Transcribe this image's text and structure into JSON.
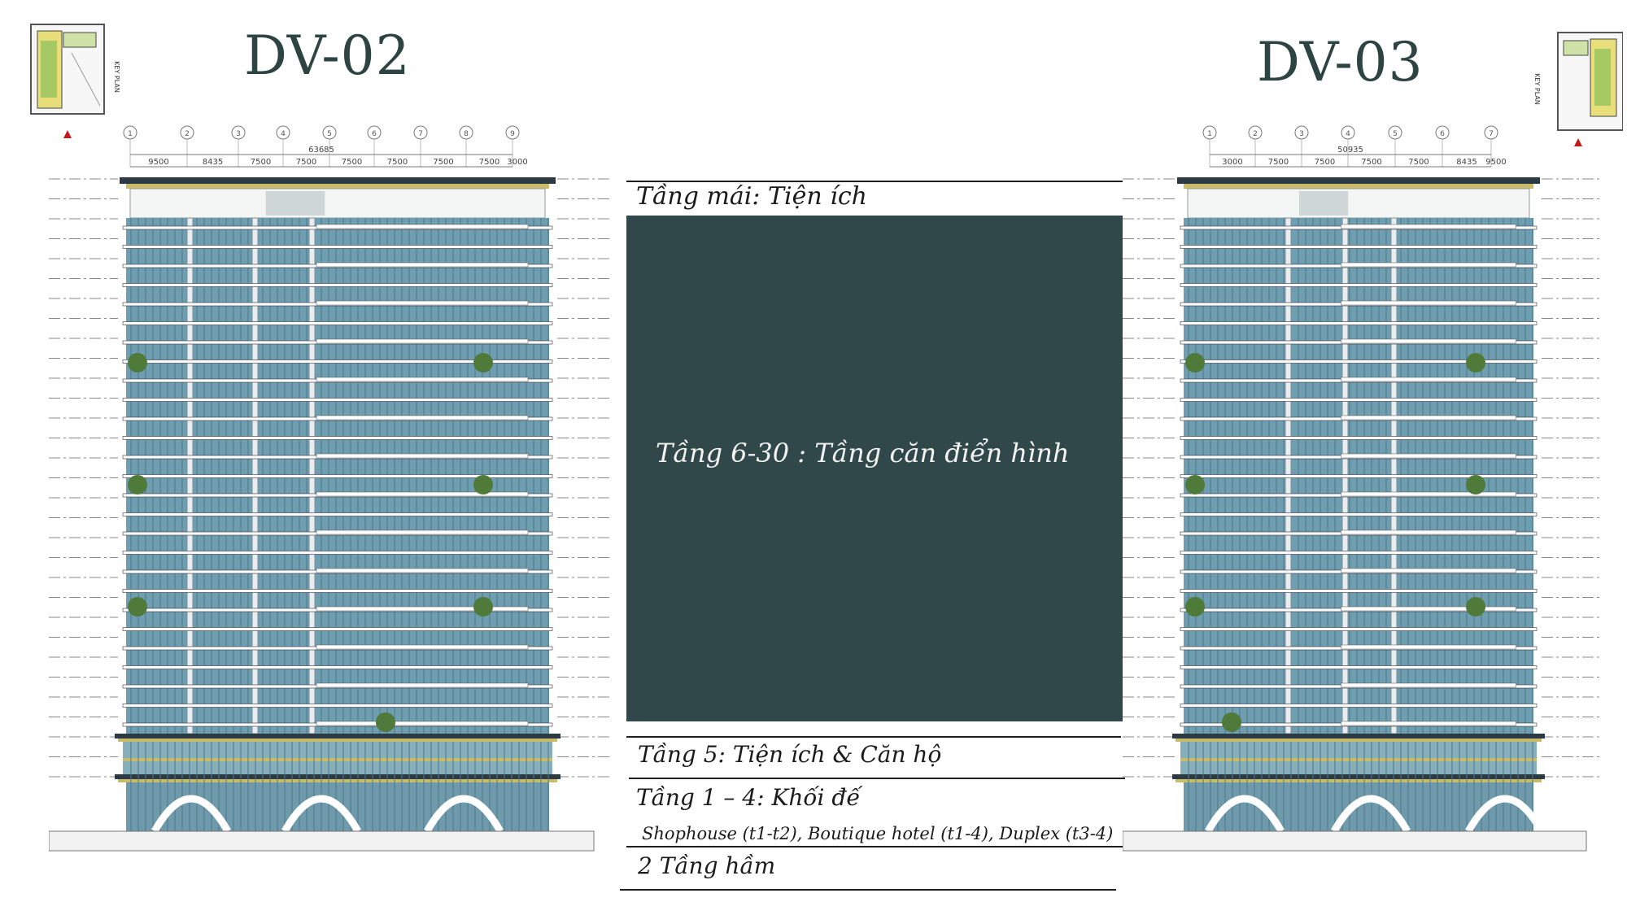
{
  "left_building": {
    "title": "DV-02",
    "key_plan_label": "KEY PLAN",
    "grid_numbers": [
      "1",
      "2",
      "3",
      "4",
      "5",
      "6",
      "7",
      "8",
      "9"
    ],
    "total_dimension": "63685",
    "dimensions": [
      "9500",
      "8435",
      "7500",
      "7500",
      "7500",
      "7500",
      "7500",
      "7500",
      "3000"
    ]
  },
  "right_building": {
    "title": "DV-03",
    "key_plan_label": "KEY PLAN",
    "grid_numbers": [
      "1",
      "2",
      "3",
      "4",
      "5",
      "6",
      "7"
    ],
    "total_dimension": "50935",
    "dimensions": [
      "3000",
      "7500",
      "7500",
      "7500",
      "7500",
      "8435",
      "9500"
    ]
  },
  "legend": {
    "roof": "Tầng mái: Tiện ích",
    "typical": "Tầng 6-30 : Tầng căn điển hình",
    "floor5": "Tầng 5: Tiện ích & Căn hộ",
    "podium": "Tầng 1 – 4: Khối đế",
    "podium_detail": "Shophouse (t1-t2),  Boutique hotel (t1-4), Duplex (t3-4)",
    "basement": "2 Tầng hầm"
  },
  "colors": {
    "title": "#2d4443",
    "panel": "#31484a",
    "glass": "#6f9eb0",
    "slab": "#ffffff",
    "accent_gold": "#c9bb6a",
    "accent_cyan": "#55c4d6"
  }
}
